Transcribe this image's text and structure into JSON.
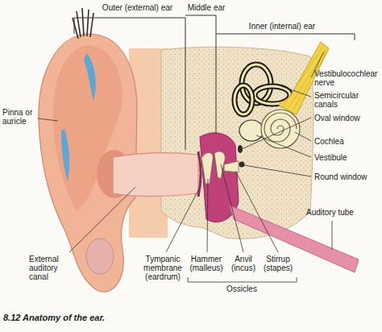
{
  "diagram": {
    "caption": "8.12 Anatomy of the ear.",
    "labels": [
      "Outer (external) ear",
      "Middle ear",
      "Inner (internal) ear",
      "Pinna or auricle",
      "Vestibulocochlear nerve",
      "Semicircular canals",
      "Oval window",
      "Cochlea",
      "Vestibule",
      "Round window",
      "Auditory tube",
      "External auditory canal",
      "Tympanic membrane (eardrum)",
      "Hammer (malleus)",
      "Anvil (incus)",
      "Stirrup (stapes)",
      "Ossicles"
    ]
  }
}
